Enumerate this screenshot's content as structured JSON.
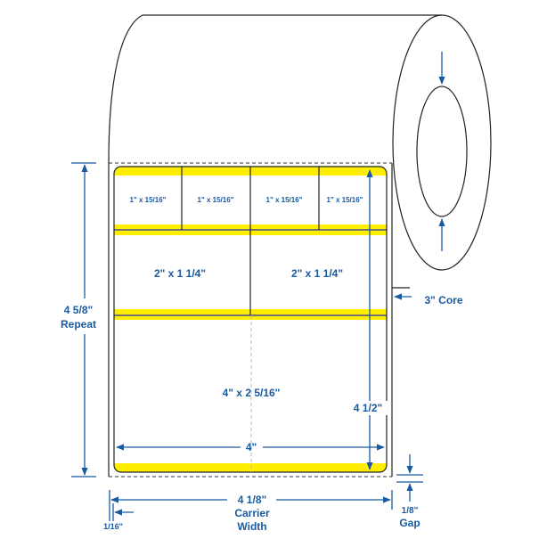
{
  "title": "Label roll diagram",
  "colors": {
    "dimension": "#1a5aa0",
    "liner_strip": "#ffee00",
    "outline": "#222222"
  },
  "small_labels": [
    "1\" x 15/16\"",
    "1\" x 15/16\"",
    "1\" x 15/16\"",
    "1\" x 15/16\""
  ],
  "medium_labels": [
    "2\" x 1 1/4\"",
    "2\" x 1 1/4\""
  ],
  "large_label": "4\" x 2 5/16\"",
  "dimensions": {
    "repeat_value": "4 5/8\"",
    "repeat_label": "Repeat",
    "label_height": "4 1/2\"",
    "label_width": "4\"",
    "core": "3\" Core",
    "carrier_value": "4 1/8\"",
    "carrier_label1": "Carrier",
    "carrier_label2": "Width",
    "margin": "1/16\"",
    "gap_value": "1/8\"",
    "gap_label": "Gap"
  }
}
